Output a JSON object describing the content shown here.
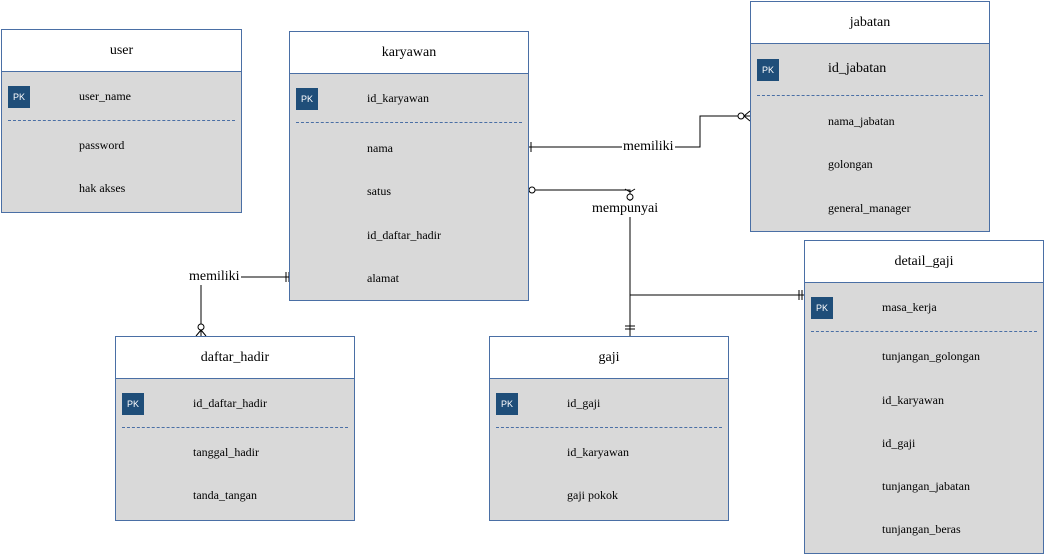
{
  "entities": {
    "user": {
      "title": "user",
      "pk_badge": "PK",
      "pk": "user_name",
      "fields": [
        "password",
        "hak akses"
      ]
    },
    "karyawan": {
      "title": "karyawan",
      "pk_badge": "PK",
      "pk": "id_karyawan",
      "fields": [
        "nama",
        "satus",
        "id_daftar_hadir",
        "alamat"
      ]
    },
    "jabatan": {
      "title": "jabatan",
      "pk_badge": "PK",
      "pk": "id_jabatan",
      "fields": [
        "nama_jabatan",
        "golongan",
        "general_manager"
      ]
    },
    "detail_gaji": {
      "title": "detail_gaji",
      "pk_badge": "PK",
      "pk": "masa_kerja",
      "fields": [
        "tunjangan_golongan",
        "id_karyawan",
        "id_gaji",
        "tunjangan_jabatan",
        "tunjangan_beras"
      ]
    },
    "daftar_hadir": {
      "title": "daftar_hadir",
      "pk_badge": "PK",
      "pk": "id_daftar_hadir",
      "fields": [
        "tanggal_hadir",
        "tanda_tangan"
      ]
    },
    "gaji": {
      "title": "gaji",
      "pk_badge": "PK",
      "pk": "id_gaji",
      "fields": [
        "id_karyawan",
        "gaji pokok"
      ]
    }
  },
  "relations": {
    "karyawan_jabatan": "memiliki",
    "karyawan_gaji": "mempunyai",
    "karyawan_daftar_hadir": "memiliki"
  },
  "colors": {
    "border": "#4a6fa5",
    "body": "#d9d9d9",
    "pk_badge": "#1f4e79",
    "line": "#000000"
  }
}
